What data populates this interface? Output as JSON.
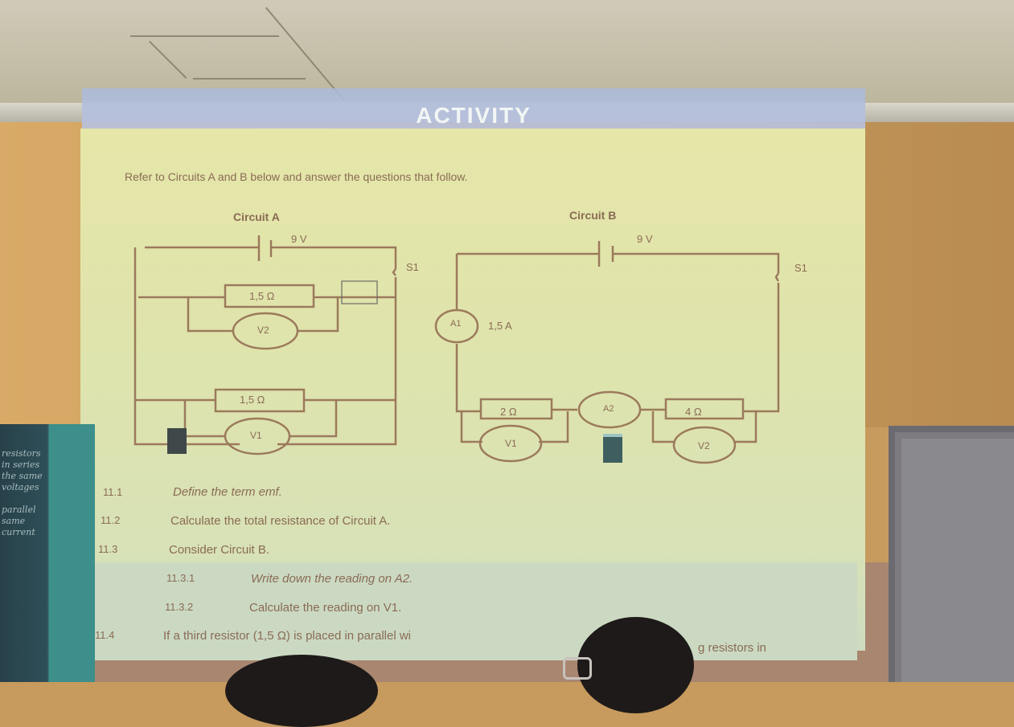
{
  "slide": {
    "heading": "ACTIVITY",
    "instruction": "Refer to Circuits A and B below and answer the questions that follow."
  },
  "circuit_a": {
    "title": "Circuit A",
    "battery": "9 V",
    "switch": "S1",
    "resistor_top": "1,5 Ω",
    "resistor_bottom": "1,5 Ω",
    "voltmeter_top": "V2",
    "voltmeter_bottom": "V1"
  },
  "circuit_b": {
    "title": "Circuit B",
    "battery": "9 V",
    "switch": "S1",
    "ammeter_1": "A1",
    "ammeter_1_reading": "1,5 A",
    "ammeter_2": "A2",
    "resistor_left": "2 Ω",
    "resistor_right": "4 Ω",
    "voltmeter_left": "V1",
    "voltmeter_right": "V2"
  },
  "questions": [
    {
      "number": "11.1",
      "text": "Define the term emf."
    },
    {
      "number": "11.2",
      "text": "Calculate the total resistance of Circuit A."
    },
    {
      "number": "11.3",
      "text": "Consider Circuit B."
    },
    {
      "number": "11.3.1",
      "text": "Write down the reading on A2."
    },
    {
      "number": "11.3.2",
      "text": "Calculate the reading on V1."
    },
    {
      "number": "11.4",
      "text": "If a third resistor (1,5 Ω) is placed in parallel wi"
    },
    {
      "number": "",
      "text": "g resistors in"
    }
  ],
  "chalkboard": {
    "writing": "resistors\nin series\nthe same\nvoltages\n\nparallel\nsame\ncurrent"
  },
  "colors": {
    "slide_bg": "#e0e5ad",
    "diagram_line": "#9c7a5c",
    "wall": "#c89a5c",
    "chalkboard": "#2f4f58"
  }
}
